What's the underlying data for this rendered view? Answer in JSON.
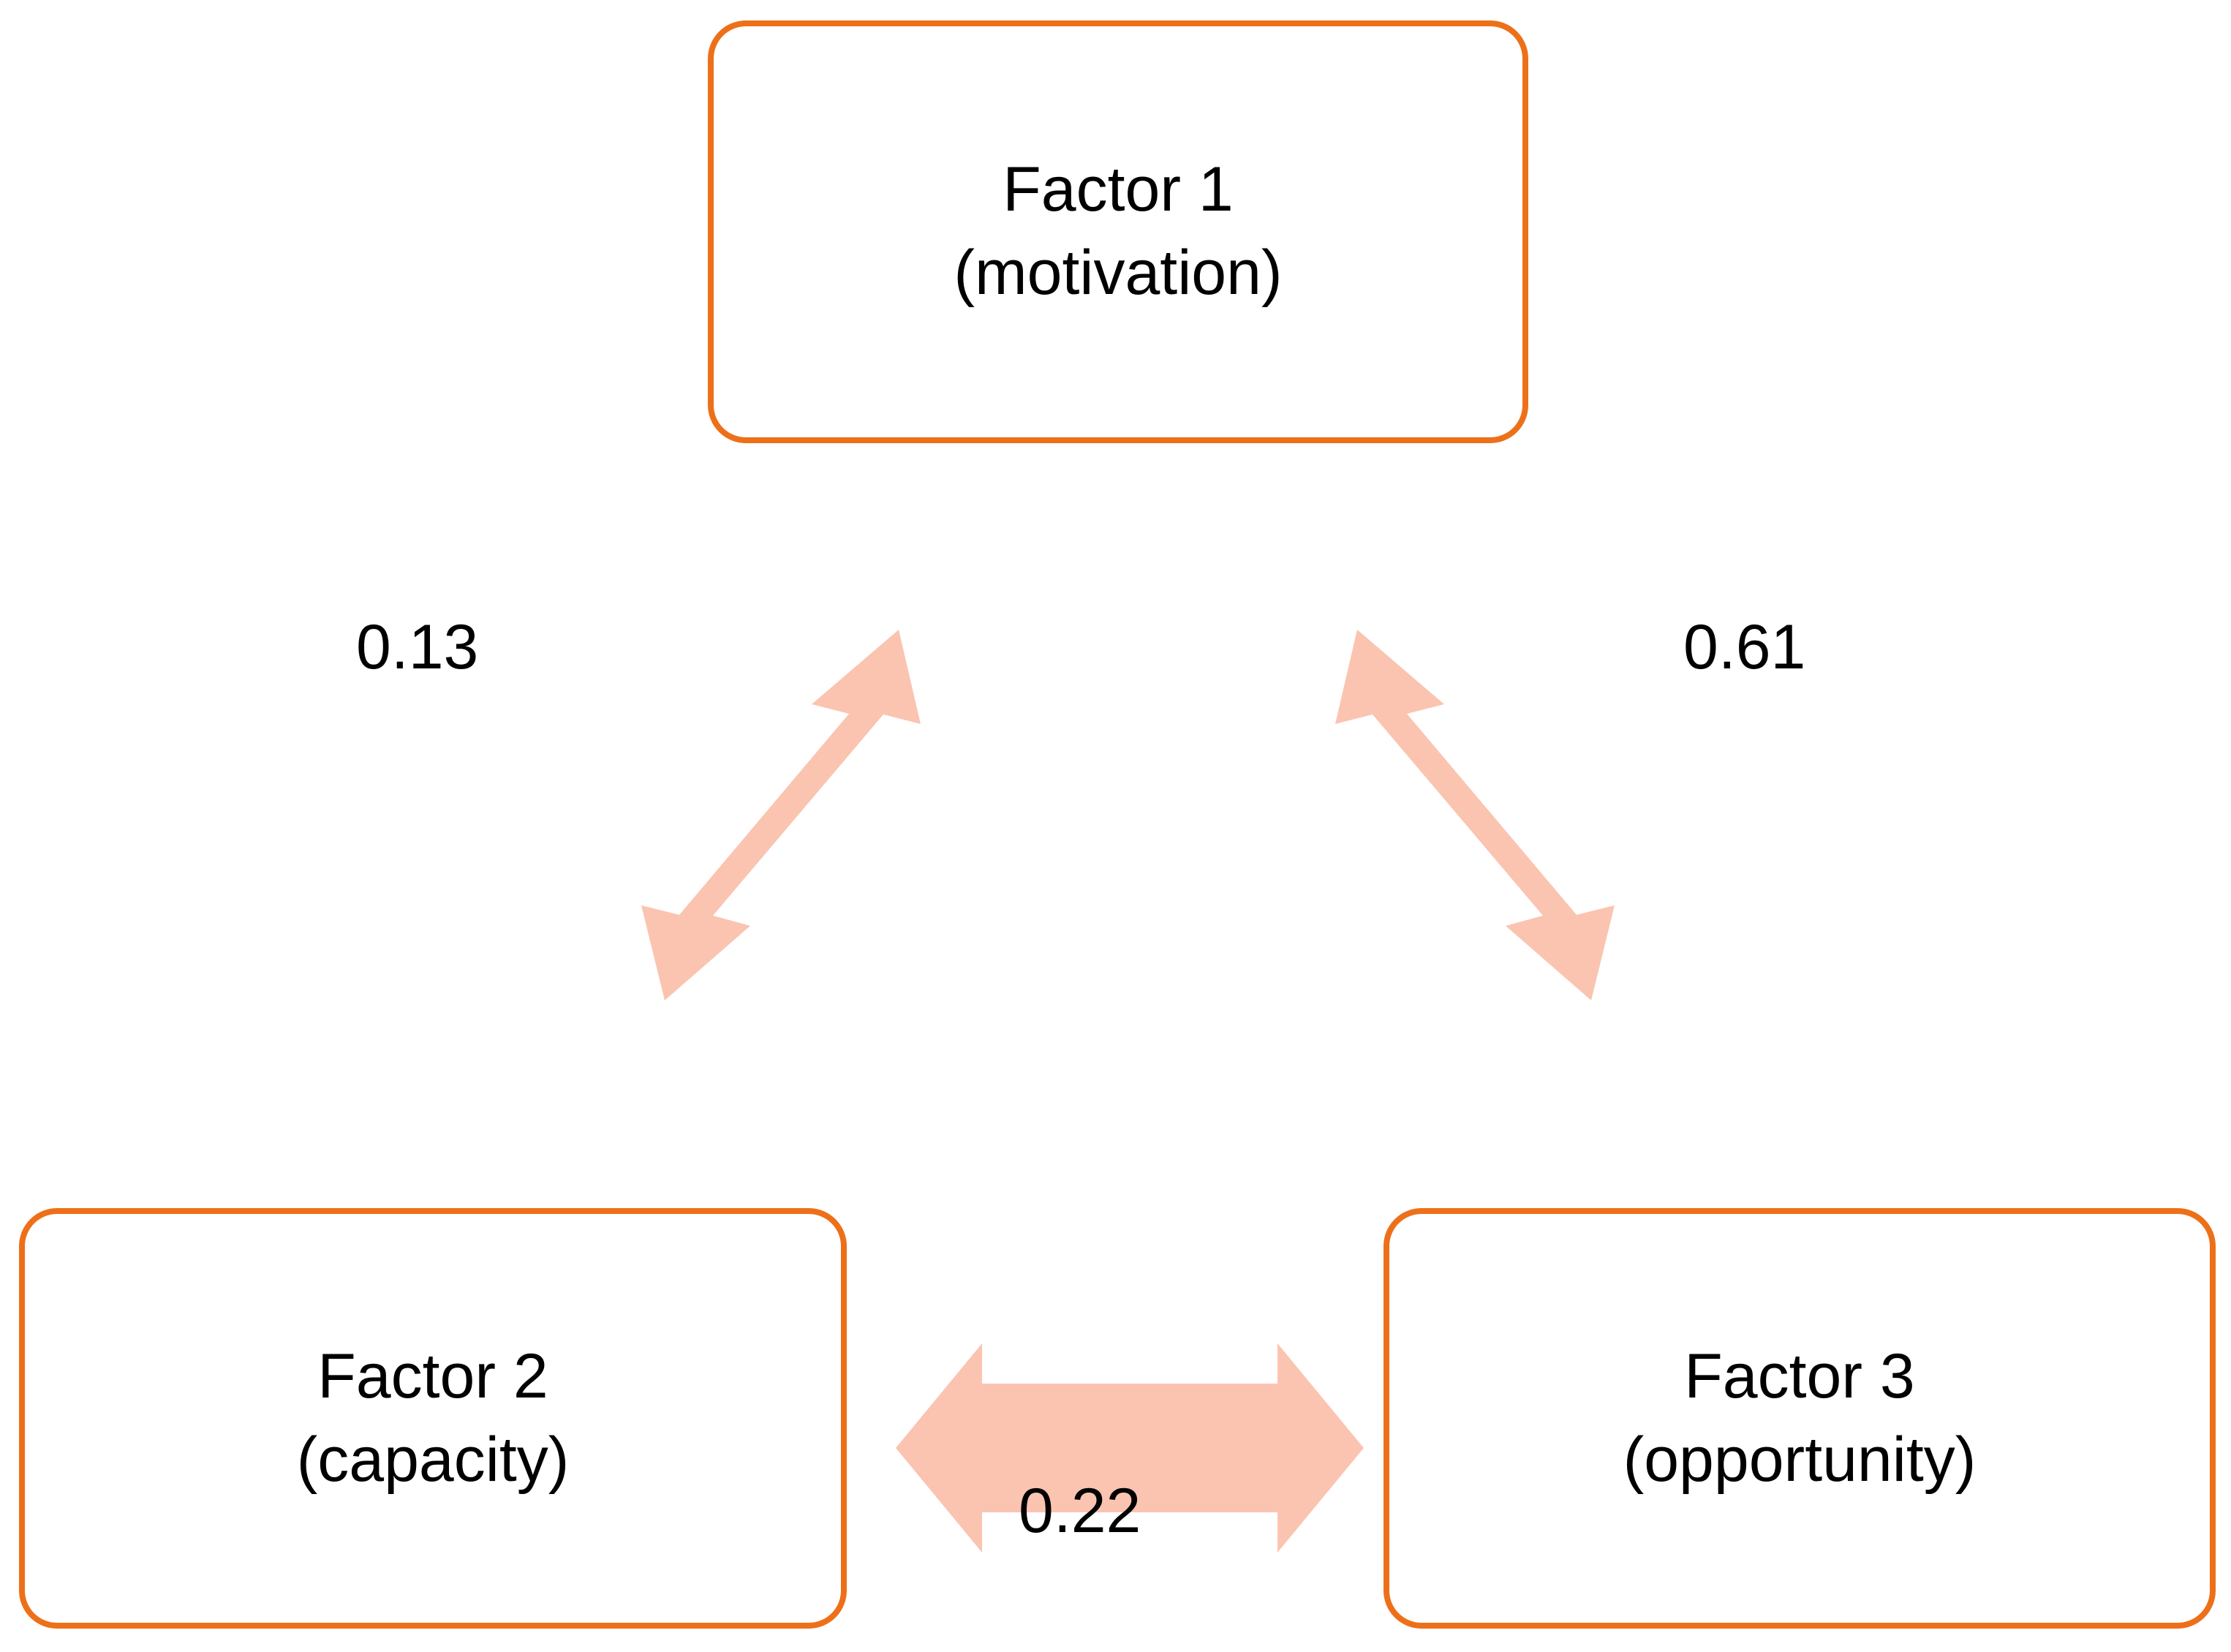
{
  "diagram": {
    "title": "Three-factor correlation diagram",
    "background_color": "#ffffff",
    "box_border_color": "#ED7019",
    "arrow_color": "#FBC4B0",
    "text_color": "#000000"
  },
  "factors": [
    {
      "id": "factor1",
      "name_line": "Factor 1",
      "descriptor_line": "(motivation)"
    },
    {
      "id": "factor2",
      "name_line": "Factor 2",
      "descriptor_line": "(capacity)"
    },
    {
      "id": "factor3",
      "name_line": "Factor 3",
      "descriptor_line": "(opportunity)"
    }
  ],
  "correlations": [
    {
      "id": "f1-f2",
      "from": "Factor 1 (motivation)",
      "to": "Factor 2 (capacity)",
      "value": "0.13",
      "arrow": "double-headed-diagonal"
    },
    {
      "id": "f1-f3",
      "from": "Factor 1 (motivation)",
      "to": "Factor 3 (opportunity)",
      "value": "0.61",
      "arrow": "double-headed-diagonal"
    },
    {
      "id": "f2-f3",
      "from": "Factor 2 (capacity)",
      "to": "Factor 3 (opportunity)",
      "value": "0.22",
      "arrow": "double-headed-horizontal"
    }
  ],
  "chart_data": {
    "type": "diagram",
    "title": "Three-factor correlation diagram",
    "nodes": [
      "Factor 1 (motivation)",
      "Factor 2 (capacity)",
      "Factor 3 (opportunity)"
    ],
    "edges": [
      {
        "source": "Factor 1 (motivation)",
        "target": "Factor 2 (capacity)",
        "label": "0.13",
        "value": 0.13,
        "bidirectional": true
      },
      {
        "source": "Factor 1 (motivation)",
        "target": "Factor 3 (opportunity)",
        "label": "0.61",
        "value": 0.61,
        "bidirectional": true
      },
      {
        "source": "Factor 2 (capacity)",
        "target": "Factor 3 (opportunity)",
        "label": "0.22",
        "value": 0.22,
        "bidirectional": true
      }
    ]
  }
}
